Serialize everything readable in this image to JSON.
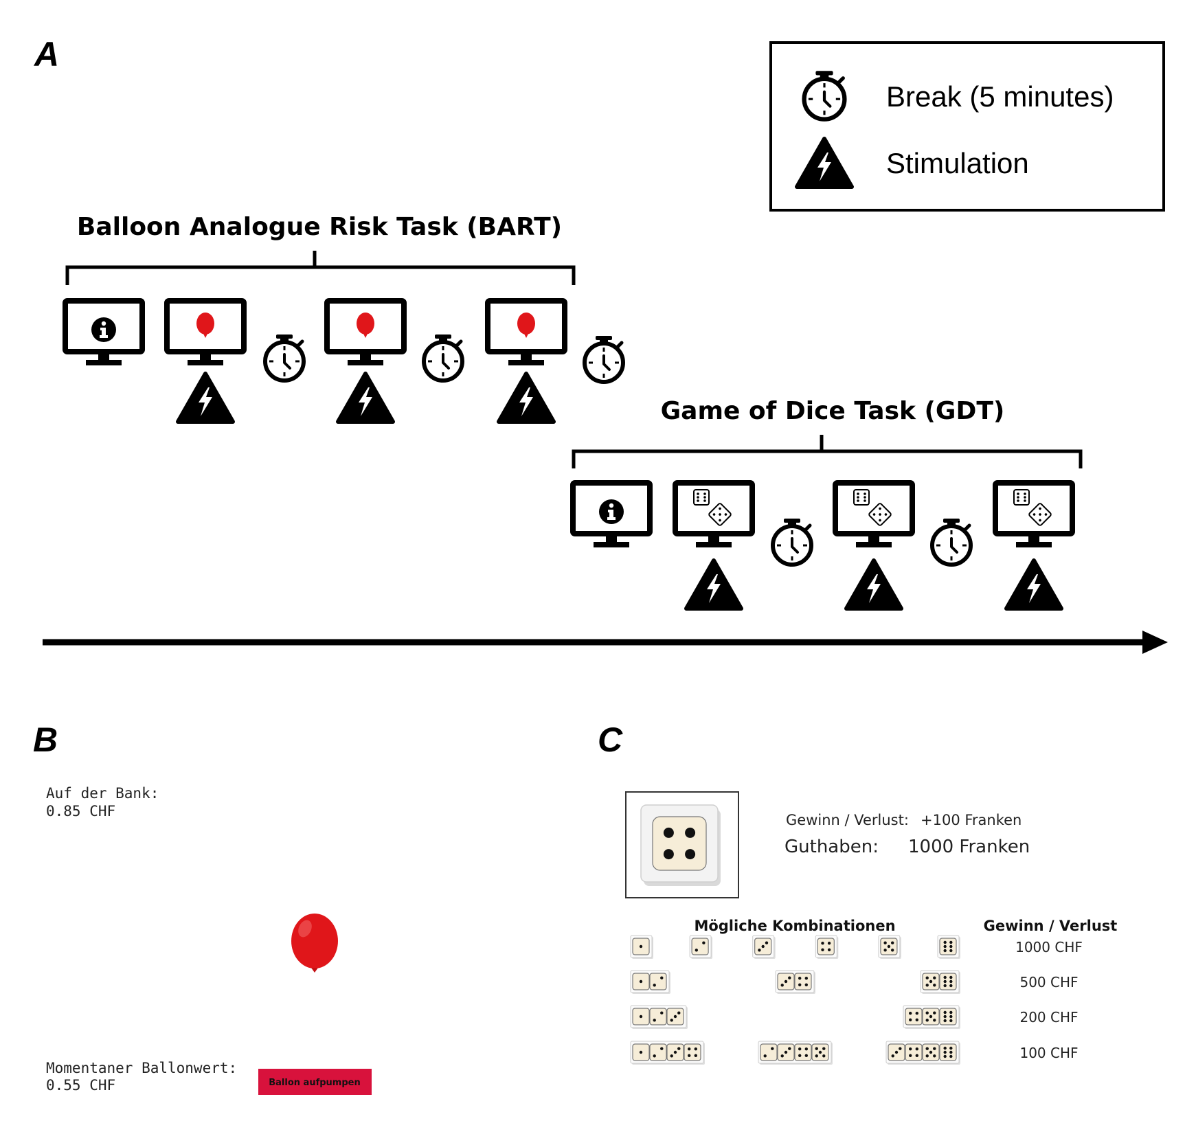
{
  "panels": {
    "a": "A",
    "b": "B",
    "c": "C"
  },
  "legend": {
    "break_label": "Break (5 minutes)",
    "stimulation_label": "Stimulation",
    "break_icon": "stopwatch-icon",
    "stimulation_icon": "lightning-triangle-icon"
  },
  "bart": {
    "title": "Balloon Analogue Risk Task (BART)",
    "sequence": [
      "info-screen",
      "balloon-screen",
      "break",
      "balloon-screen",
      "break",
      "balloon-screen",
      "break"
    ]
  },
  "gdt": {
    "title": "Game of Dice Task (GDT)",
    "sequence": [
      "info-screen",
      "dice-screen",
      "break",
      "dice-screen",
      "break",
      "dice-screen"
    ]
  },
  "bart_screen": {
    "bank_label": "Auf der Bank:",
    "bank_value": "0.85 CHF",
    "balloon_value_label": "Momentaner Ballonwert:",
    "balloon_value": "0.55 CHF",
    "pump_button": "Ballon aufpumpen",
    "button_color": "#d8123c",
    "balloon_color": "#e0161a"
  },
  "gdt_screen": {
    "current_die": 4,
    "gain_loss_label": "Gewinn / Verlust:",
    "gain_loss_value": "+100 Franken",
    "balance_label": "Guthaben:",
    "balance_value": "1000 Franken",
    "combinations_header": "Mögliche Kombinationen",
    "gain_loss_header": "Gewinn / Verlust",
    "rows": [
      {
        "amount": "1000 CHF",
        "combos": [
          [
            1
          ],
          [
            2
          ],
          [
            3
          ],
          [
            4
          ],
          [
            5
          ],
          [
            6
          ]
        ]
      },
      {
        "amount": "500 CHF",
        "combos": [
          [
            1,
            2
          ],
          [
            3,
            4
          ],
          [
            5,
            6
          ]
        ]
      },
      {
        "amount": "200 CHF",
        "combos": [
          [
            1,
            2,
            3
          ],
          [
            4,
            5,
            6
          ]
        ]
      },
      {
        "amount": "100 CHF",
        "combos": [
          [
            1,
            2,
            3,
            4
          ],
          [
            2,
            3,
            4,
            5
          ],
          [
            3,
            4,
            5,
            6
          ]
        ]
      }
    ]
  }
}
